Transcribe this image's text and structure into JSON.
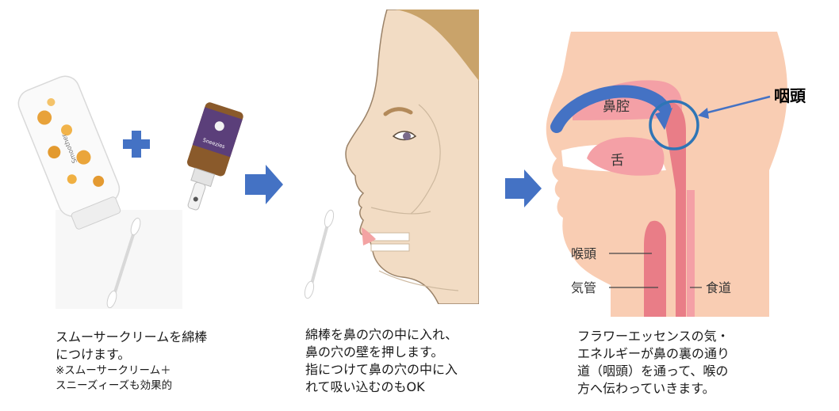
{
  "step1": {
    "caption_line1": "スムーサークリームを綿棒",
    "caption_line2": "につけます。",
    "note_line1": "※スムーサークリーム＋",
    "note_line2": "スニーズィーズも効果的",
    "bottle_label": "Smoother",
    "dropper_label": "Sneezies"
  },
  "step2": {
    "caption_line1": "綿棒を鼻の穴の中に入れ、",
    "caption_line2": "鼻の穴の壁を押します。",
    "caption_line3": "指につけて鼻の穴の中に入",
    "caption_line4": "れて吸い込むのもOK"
  },
  "step3": {
    "caption_line1": "フラワーエッセンスの気・",
    "caption_line2": "エネルギーが鼻の裏の通り",
    "caption_line3": "道（咽頭）を通って、喉の",
    "caption_line4": "方へ伝わっていきます。",
    "label_nasal": "鼻腔",
    "label_tongue": "舌",
    "label_pharynx": "咽頭",
    "label_larynx": "喉頭",
    "label_trachea": "気管",
    "label_esophagus": "食道"
  },
  "colors": {
    "arrow_blue": "#4472c4",
    "plus_blue": "#4472c4",
    "skin": "#f9cdb3",
    "passage": "#f4a0a6",
    "passage_dark": "#e97d87",
    "face_beige": "#f2dcc4"
  }
}
